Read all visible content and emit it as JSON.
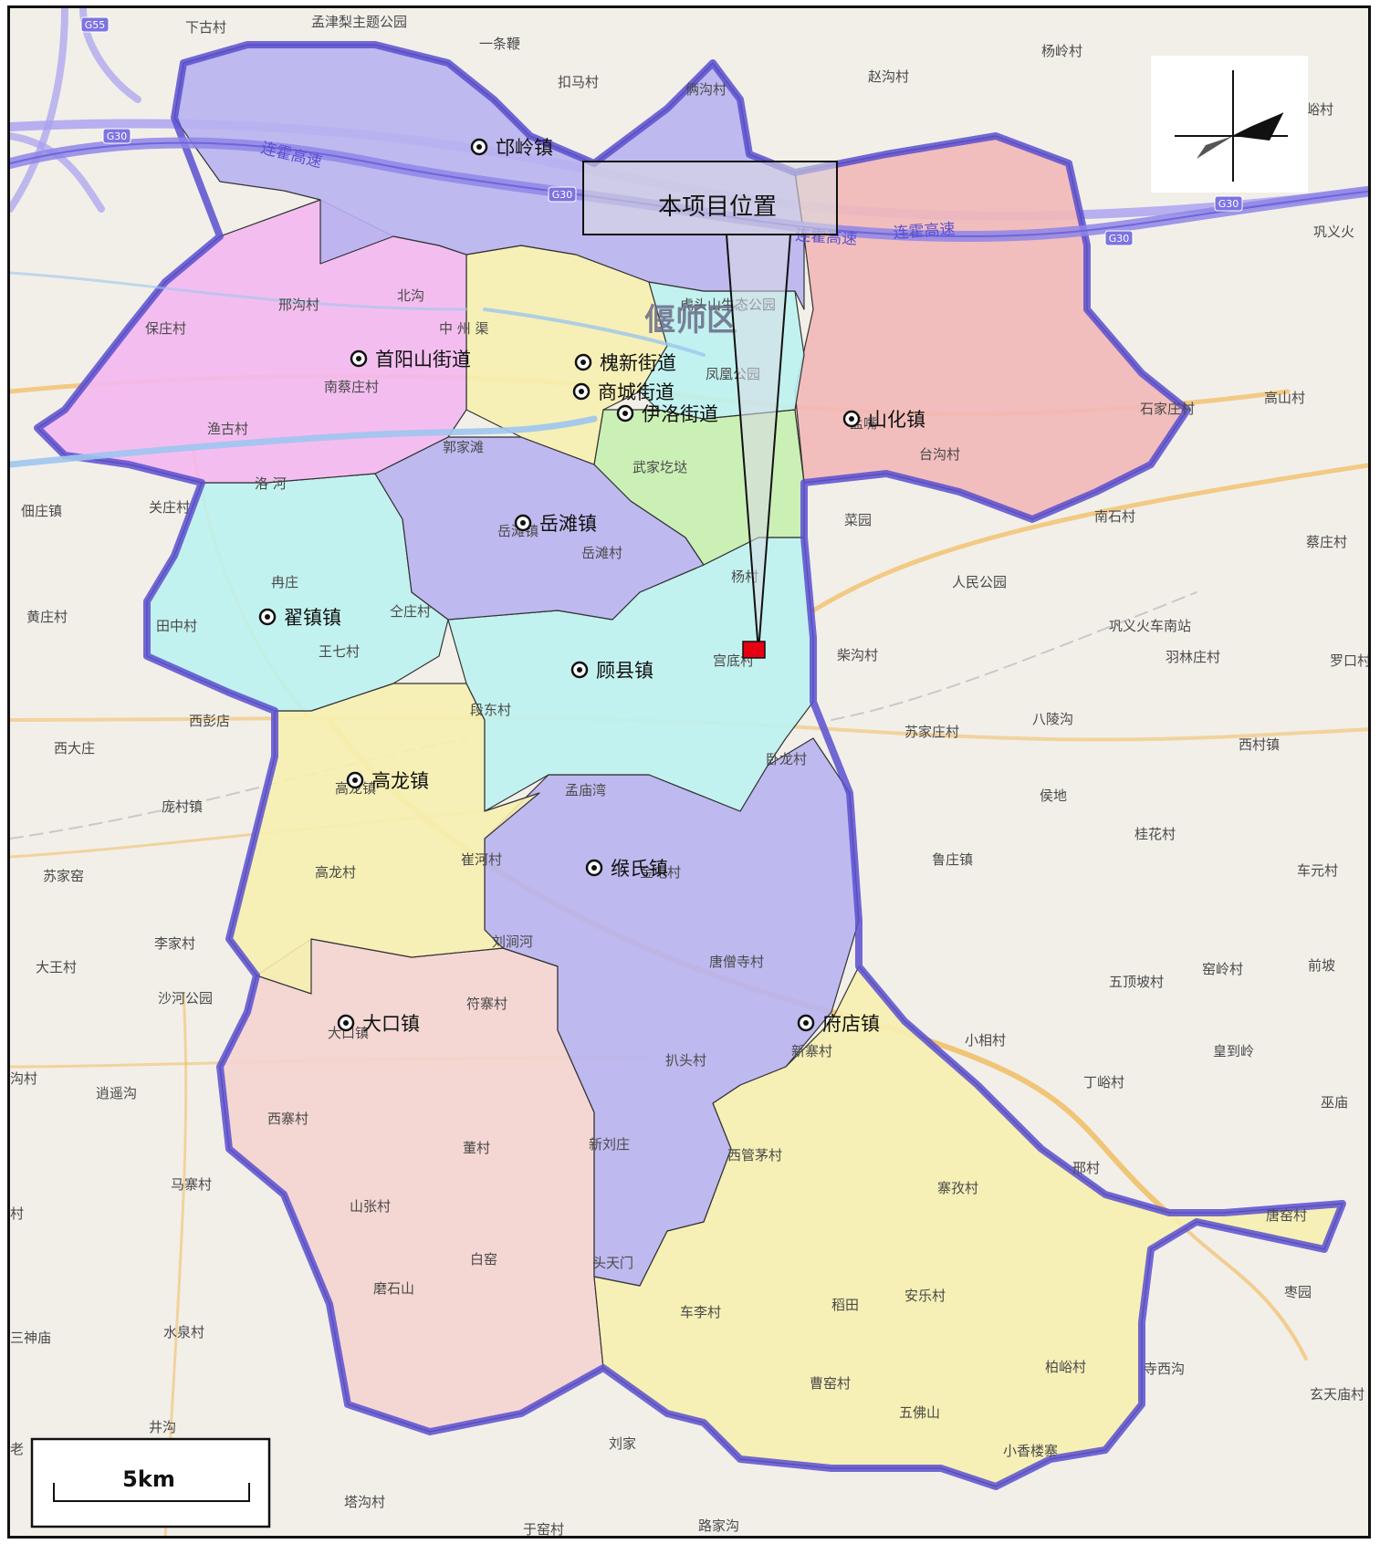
{
  "project_label": "本项目位置",
  "district_label": "偃师区",
  "scale": {
    "label": "5km"
  },
  "colors": {
    "boundary": "#5a4fd0",
    "koudian": "#b8b2f0",
    "shouyang": "#f3b8ef",
    "central_yellow": "#f6f0b0",
    "green": "#c6efb0",
    "shanhua": "#f2b8b8",
    "cyan": "#bdf2ef",
    "dakou": "#f4d4d0",
    "project_marker": "#e60012",
    "highway": "#8f86e8",
    "road": "#f1c06a"
  },
  "towns": [
    {
      "id": "koudian",
      "name": "邙岭镇"
    },
    {
      "id": "shouyangshan",
      "name": "首阳山街道"
    },
    {
      "id": "huaixin",
      "name": "槐新街道"
    },
    {
      "id": "shangcheng",
      "name": "商城街道"
    },
    {
      "id": "yiluo",
      "name": "伊洛街道"
    },
    {
      "id": "shanhua",
      "name": "山化镇"
    },
    {
      "id": "yuetan",
      "name": "岳滩镇"
    },
    {
      "id": "zhaizhen",
      "name": "翟镇镇"
    },
    {
      "id": "guxian",
      "name": "顾县镇"
    },
    {
      "id": "gaolong",
      "name": "高龙镇"
    },
    {
      "id": "goushi",
      "name": "缑氏镇"
    },
    {
      "id": "dakou",
      "name": "大口镇"
    },
    {
      "id": "fudian",
      "name": "府店镇"
    }
  ],
  "places": [
    {
      "id": "p1",
      "name": "下古村"
    },
    {
      "id": "p2",
      "name": "孟津梨主题公园"
    },
    {
      "id": "p3",
      "name": "一条鞭"
    },
    {
      "id": "p4",
      "name": "扣马村"
    },
    {
      "id": "p5",
      "name": "俩沟村"
    },
    {
      "id": "p6",
      "name": "赵沟村"
    },
    {
      "id": "p7",
      "name": "杨岭村"
    },
    {
      "id": "p8",
      "name": "峪村"
    },
    {
      "id": "p9",
      "name": "巩义火"
    },
    {
      "id": "p10",
      "name": "高山村"
    },
    {
      "id": "p11",
      "name": "石家庄村"
    },
    {
      "id": "p12",
      "name": "南石村"
    },
    {
      "id": "p13",
      "name": "蔡庄村"
    },
    {
      "id": "p14",
      "name": "人民公园"
    },
    {
      "id": "p15",
      "name": "巩义火车南站"
    },
    {
      "id": "p16",
      "name": "羽林庄村"
    },
    {
      "id": "p17",
      "name": "罗口村"
    },
    {
      "id": "p18",
      "name": "柴沟村"
    },
    {
      "id": "p19",
      "name": "八陵沟"
    },
    {
      "id": "p20",
      "name": "苏家庄村"
    },
    {
      "id": "p21",
      "name": "西村镇"
    },
    {
      "id": "p22",
      "name": "侯地"
    },
    {
      "id": "p23",
      "name": "桂花村"
    },
    {
      "id": "p24",
      "name": "鲁庄镇"
    },
    {
      "id": "p25",
      "name": "车元村"
    },
    {
      "id": "p26",
      "name": "五顶坡村"
    },
    {
      "id": "p27",
      "name": "窑岭村"
    },
    {
      "id": "p28",
      "name": "前坡"
    },
    {
      "id": "p29",
      "name": "小相村"
    },
    {
      "id": "p30",
      "name": "皇到岭"
    },
    {
      "id": "p31",
      "name": "丁峪村"
    },
    {
      "id": "p32",
      "name": "巫庙"
    },
    {
      "id": "p33",
      "name": "邢村"
    },
    {
      "id": "p34",
      "name": "唐窑村"
    },
    {
      "id": "p35",
      "name": "枣园"
    },
    {
      "id": "p36",
      "name": "寺西沟"
    },
    {
      "id": "p37",
      "name": "玄天庙村"
    },
    {
      "id": "p38",
      "name": "柏峪村"
    },
    {
      "id": "p39",
      "name": "小香楼寨"
    },
    {
      "id": "p40",
      "name": "五佛山"
    },
    {
      "id": "p41",
      "name": "曹窑村"
    },
    {
      "id": "p42",
      "name": "稻田"
    },
    {
      "id": "p43",
      "name": "安乐村"
    },
    {
      "id": "p44",
      "name": "寨孜村"
    },
    {
      "id": "p45",
      "name": "车李村"
    },
    {
      "id": "p46",
      "name": "西管茅村"
    },
    {
      "id": "p47",
      "name": "新寨村"
    },
    {
      "id": "p48",
      "name": "扒头村"
    },
    {
      "id": "p49",
      "name": "新刘庄"
    },
    {
      "id": "p50",
      "name": "头天门"
    },
    {
      "id": "p51",
      "name": "刘家"
    },
    {
      "id": "p52",
      "name": "路家沟"
    },
    {
      "id": "p53",
      "name": "于窑村"
    },
    {
      "id": "p54",
      "name": "塔沟村"
    },
    {
      "id": "p55",
      "name": "井沟"
    },
    {
      "id": "p56",
      "name": "水泉村"
    },
    {
      "id": "p57",
      "name": "三神庙"
    },
    {
      "id": "p58",
      "name": "马寨村"
    },
    {
      "id": "p59",
      "name": "逍遥沟"
    },
    {
      "id": "p60",
      "name": "沟村"
    },
    {
      "id": "p61",
      "name": "沙河公园"
    },
    {
      "id": "p62",
      "name": "大王村"
    },
    {
      "id": "p63",
      "name": "李家村"
    },
    {
      "id": "p64",
      "name": "苏家窑"
    },
    {
      "id": "p65",
      "name": "庞村镇"
    },
    {
      "id": "p66",
      "name": "西大庄"
    },
    {
      "id": "p67",
      "name": "西彭店"
    },
    {
      "id": "p68",
      "name": "黄庄村"
    },
    {
      "id": "p69",
      "name": "佃庄镇"
    },
    {
      "id": "p70",
      "name": "关庄村"
    },
    {
      "id": "p71",
      "name": "保庄村"
    },
    {
      "id": "p72",
      "name": "渔古村"
    },
    {
      "id": "p73",
      "name": "邢沟村"
    },
    {
      "id": "p74",
      "name": "北沟"
    },
    {
      "id": "p75",
      "name": "南蔡庄村"
    },
    {
      "id": "p76",
      "name": "郭家滩"
    },
    {
      "id": "p77",
      "name": "武家圪垯"
    },
    {
      "id": "p78",
      "name": "孟嘴"
    },
    {
      "id": "p79",
      "name": "台沟村"
    },
    {
      "id": "p80",
      "name": "菜园"
    },
    {
      "id": "p81",
      "name": "岳滩镇"
    },
    {
      "id": "p82",
      "name": "岳滩村"
    },
    {
      "id": "p83",
      "name": "杨村"
    },
    {
      "id": "p84",
      "name": "冉庄"
    },
    {
      "id": "p85",
      "name": "田中村"
    },
    {
      "id": "p86",
      "name": "王七村"
    },
    {
      "id": "p87",
      "name": "仝庄村"
    },
    {
      "id": "p88",
      "name": "宫底村"
    },
    {
      "id": "p89",
      "name": "段东村"
    },
    {
      "id": "p90",
      "name": "卧龙村"
    },
    {
      "id": "p91",
      "name": "孟庙湾"
    },
    {
      "id": "p92",
      "name": "高龙镇"
    },
    {
      "id": "p93",
      "name": "高龙村"
    },
    {
      "id": "p94",
      "name": "崔河村"
    },
    {
      "id": "p95",
      "name": "金屯村"
    },
    {
      "id": "p96",
      "name": "刘涧河"
    },
    {
      "id": "p97",
      "name": "唐僧寺村"
    },
    {
      "id": "p98",
      "name": "符寨村"
    },
    {
      "id": "p99",
      "name": "大口镇"
    },
    {
      "id": "p100",
      "name": "西寨村"
    },
    {
      "id": "p101",
      "name": "董村"
    },
    {
      "id": "p102",
      "name": "山张村"
    },
    {
      "id": "p103",
      "name": "白窑"
    },
    {
      "id": "p104",
      "name": "磨石山"
    },
    {
      "id": "p105",
      "name": "虎头山生态公园"
    },
    {
      "id": "p106",
      "name": "凤凰公园"
    },
    {
      "id": "p107",
      "name": "中 州 渠"
    },
    {
      "id": "p108",
      "name": "洛 河"
    },
    {
      "id": "p109",
      "name": "老"
    },
    {
      "id": "p110",
      "name": "村"
    }
  ],
  "road_labels": [
    {
      "id": "r1",
      "name": "连霍高速"
    },
    {
      "id": "r2",
      "name": "连霍高速"
    },
    {
      "id": "r3",
      "name": "连霍高速"
    }
  ],
  "shields": [
    {
      "id": "s1",
      "name": "G30"
    },
    {
      "id": "s2",
      "name": "G30"
    },
    {
      "id": "s3",
      "name": "G30"
    },
    {
      "id": "s4",
      "name": "G30"
    },
    {
      "id": "s5",
      "name": "G55"
    }
  ]
}
